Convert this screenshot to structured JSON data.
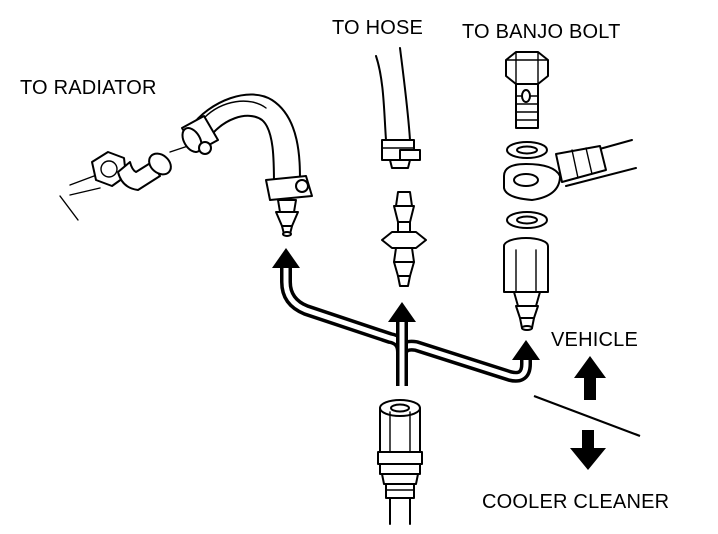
{
  "labels": {
    "to_radiator": "TO RADIATOR",
    "to_hose": "TO HOSE",
    "to_banjo_bolt": "TO BANJO BOLT",
    "vehicle": "VEHICLE",
    "cooler_cleaner": "COOLER CLEANER"
  },
  "colors": {
    "ink": "#000000",
    "background": "#ffffff"
  }
}
